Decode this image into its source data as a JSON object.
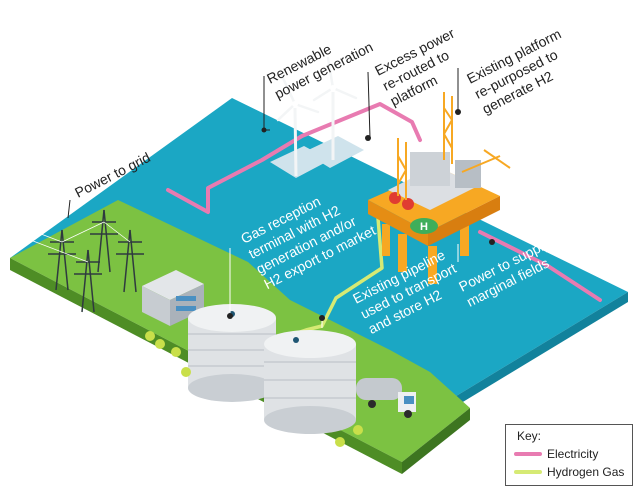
{
  "labels": {
    "renewable": [
      "Renewable",
      "power generation"
    ],
    "excess_power": [
      "Excess power",
      "re-routed to",
      "platform"
    ],
    "existing_platform": [
      "Existing platform",
      "re-purposed to",
      "generate H2"
    ],
    "power_to_grid": [
      "Power to grid"
    ],
    "gas_reception": [
      "Gas reception",
      "terminal with H2",
      "generation and/or",
      "H2 export to market"
    ],
    "existing_pipeline": [
      "Existing pipeline",
      "used to transport",
      "and store H2"
    ],
    "power_supply": [
      "Power to supply",
      "marginal fields"
    ]
  },
  "helipad_letter": "H",
  "key": {
    "title": "Key:",
    "items": [
      {
        "label": "Electricity",
        "color": "#e87bb1"
      },
      {
        "label": "Hydrogen Gas",
        "color": "#d6ea74"
      }
    ]
  },
  "colors": {
    "sea": "#1ba7c4",
    "sea_edge": "#0f6e88",
    "land": "#7cc242",
    "land_edge": "#4e8d25",
    "platform": "#f7a823",
    "tank": "#e4e6e8"
  }
}
